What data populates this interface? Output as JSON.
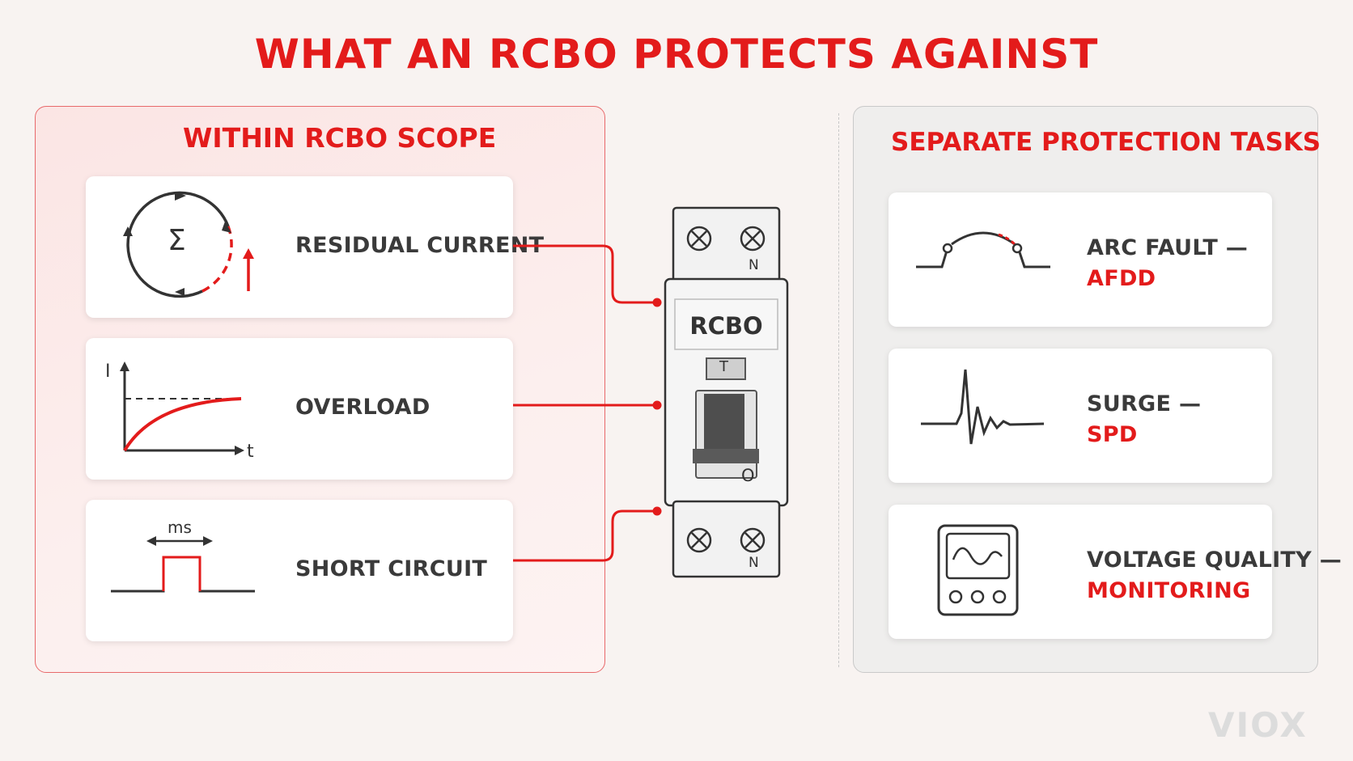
{
  "title": "WHAT AN RCBO PROTECTS AGAINST",
  "left_panel": {
    "heading": "WITHIN RCBO SCOPE",
    "items": [
      {
        "label": "RESIDUAL CURRENT",
        "icon": "sigma-loop-icon",
        "icon_text": "Σ"
      },
      {
        "label": "OVERLOAD",
        "icon": "current-time-curve-icon",
        "axis_y": "I",
        "axis_x": "t"
      },
      {
        "label": "SHORT CIRCUIT",
        "icon": "pulse-icon",
        "pulse_label": "ms"
      }
    ]
  },
  "device": {
    "label": "RCBO",
    "test_button": "T",
    "neutral_top": "N",
    "neutral_bottom": "N",
    "off_mark": "O"
  },
  "right_panel": {
    "heading": "SEPARATE PROTECTION TASKS",
    "items": [
      {
        "label": "ARC FAULT —",
        "sub": "AFDD",
        "icon": "arc-fault-icon"
      },
      {
        "label": "SURGE —",
        "sub": "SPD",
        "icon": "surge-spike-icon"
      },
      {
        "label": "VOLTAGE QUALITY —",
        "sub": "MONITORING",
        "icon": "monitor-meter-icon"
      }
    ]
  },
  "watermark": "VIOX",
  "colors": {
    "accent": "#e31b1b",
    "text": "#333333"
  }
}
